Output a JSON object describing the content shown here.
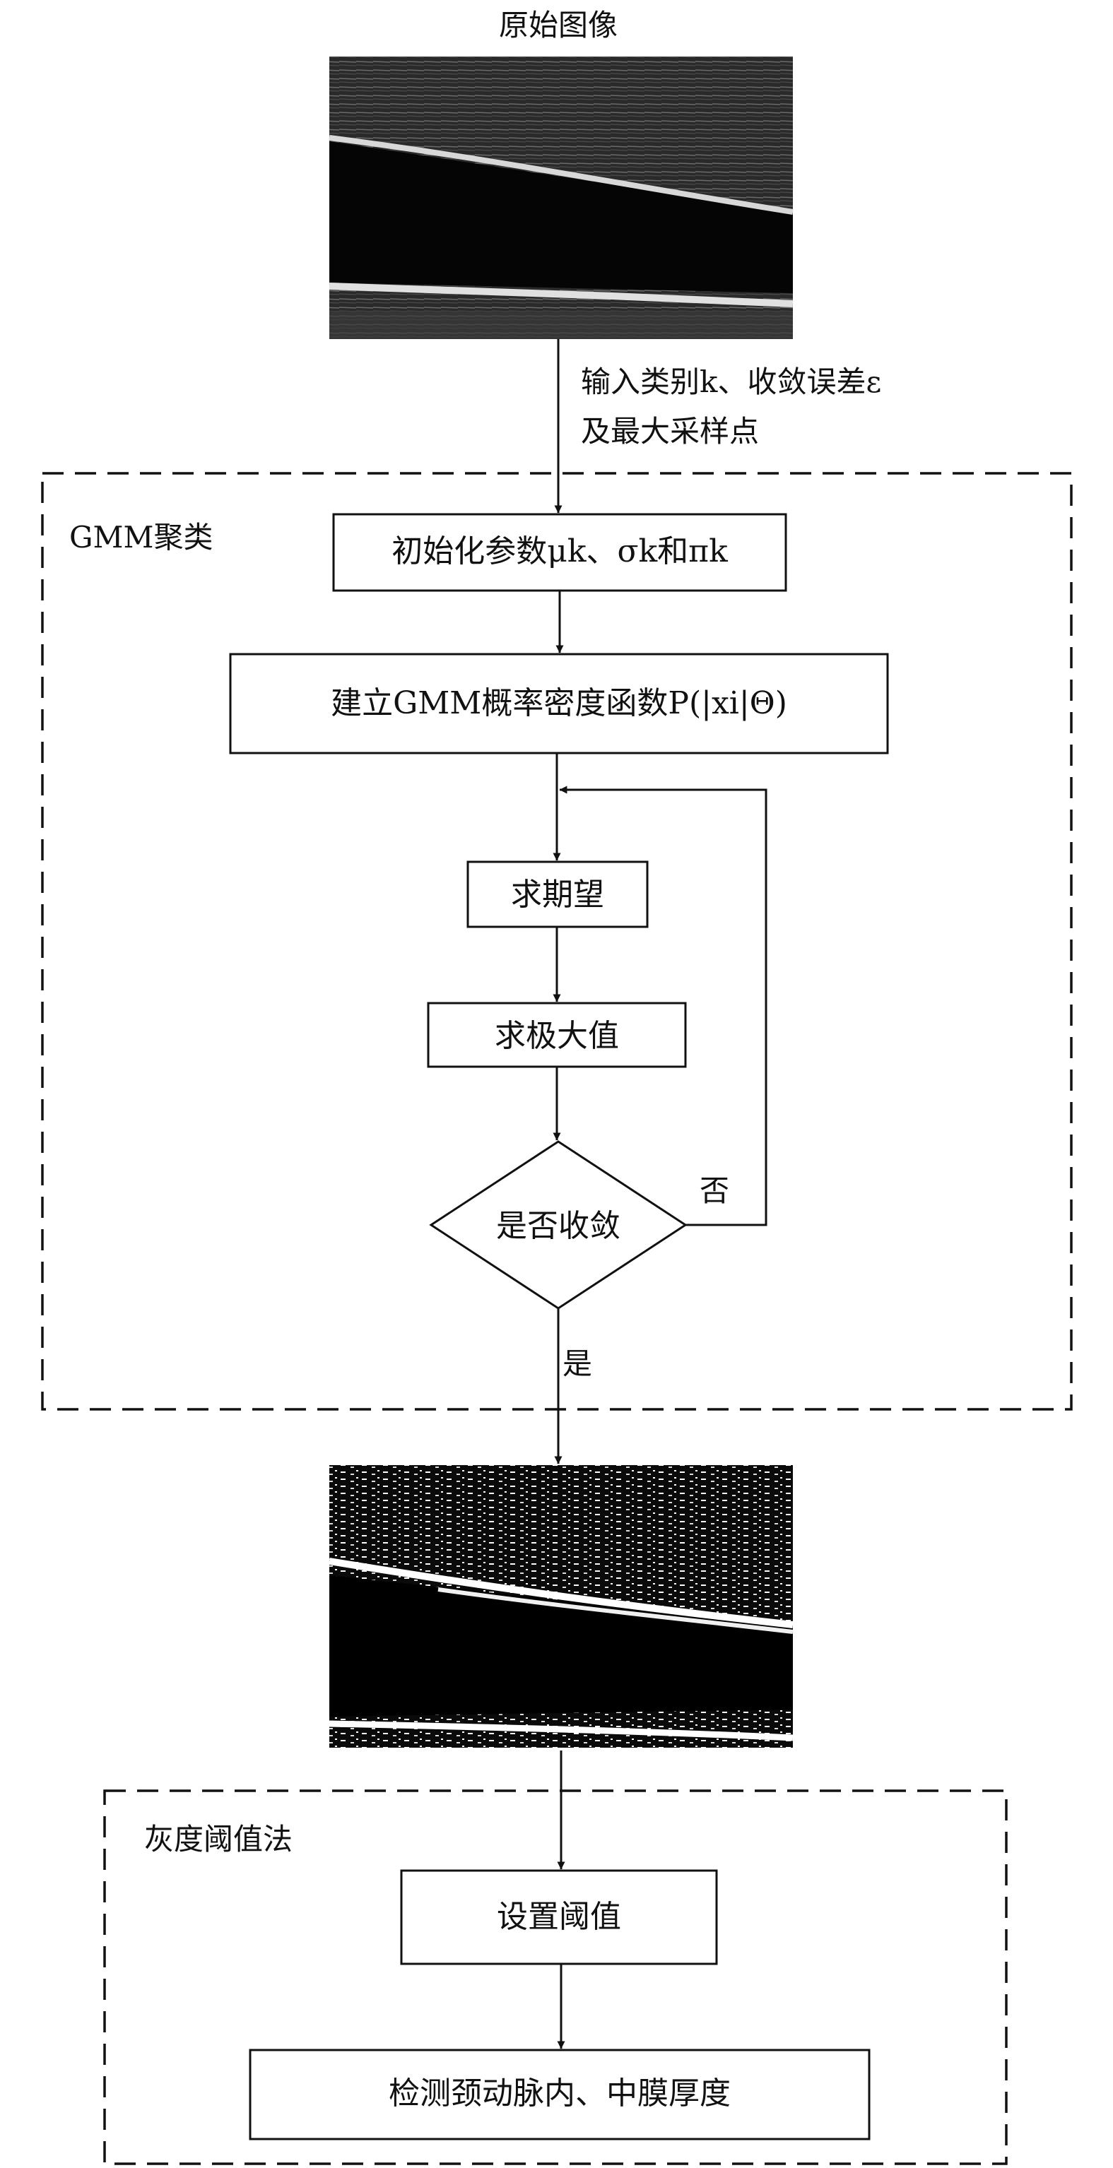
{
  "diagram": {
    "title": "原始图像",
    "input_params": {
      "line1": "输入类别k、收敛误差ε",
      "line2": "及最大采样点"
    },
    "gmm_group": {
      "label": "GMM聚类",
      "nodes": {
        "init": "初始化参数μk、σk和πk",
        "build": "建立GMM概率密度函数P(|xi|Θ)",
        "expect": "求期望",
        "maximize": "求极大值",
        "converge": "是否收敛"
      },
      "branch_no": "否",
      "branch_yes": "是"
    },
    "threshold_group": {
      "label": "灰度阈值法",
      "nodes": {
        "set_threshold": "设置阈值",
        "measure": "检测颈动脉内、中膜厚度"
      }
    },
    "images": {
      "original": "ultrasound-original-image",
      "clustered": "gmm-clustered-image"
    },
    "colors": {
      "line": "#111111",
      "background": "#ffffff"
    }
  }
}
